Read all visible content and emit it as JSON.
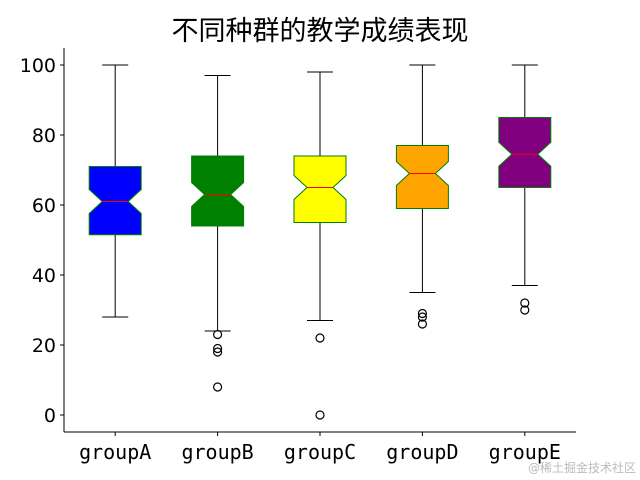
{
  "chart_data": {
    "type": "boxplot",
    "title": "不同种群的教学成绩表现",
    "xlabel": "",
    "ylabel": "",
    "ylim": [
      -5,
      105
    ],
    "yticks": [
      0,
      20,
      40,
      60,
      80,
      100
    ],
    "categories": [
      "groupA",
      "groupB",
      "groupC",
      "groupD",
      "groupE"
    ],
    "notched": true,
    "grid": false,
    "box_edge_color": "#008000",
    "median_color": "#ff0000",
    "series": [
      {
        "name": "groupA",
        "color": "#0000ff",
        "whisker_low": 28,
        "q1": 51.5,
        "median": 61,
        "q3": 71,
        "whisker_high": 100,
        "outliers": []
      },
      {
        "name": "groupB",
        "color": "#008000",
        "whisker_low": 24,
        "q1": 54,
        "median": 63,
        "q3": 74,
        "whisker_high": 97,
        "outliers": [
          23,
          19,
          18,
          8
        ]
      },
      {
        "name": "groupC",
        "color": "#ffff00",
        "whisker_low": 27,
        "q1": 55,
        "median": 65,
        "q3": 74,
        "whisker_high": 98,
        "outliers": [
          22,
          0
        ]
      },
      {
        "name": "groupD",
        "color": "#ffa500",
        "whisker_low": 35,
        "q1": 59,
        "median": 69,
        "q3": 77,
        "whisker_high": 100,
        "outliers": [
          29,
          28,
          26
        ]
      },
      {
        "name": "groupE",
        "color": "#800080",
        "whisker_low": 37,
        "q1": 65,
        "median": 74.5,
        "q3": 85,
        "whisker_high": 100,
        "outliers": [
          32,
          30
        ]
      }
    ]
  },
  "watermark": "@稀土掘金技术社区"
}
